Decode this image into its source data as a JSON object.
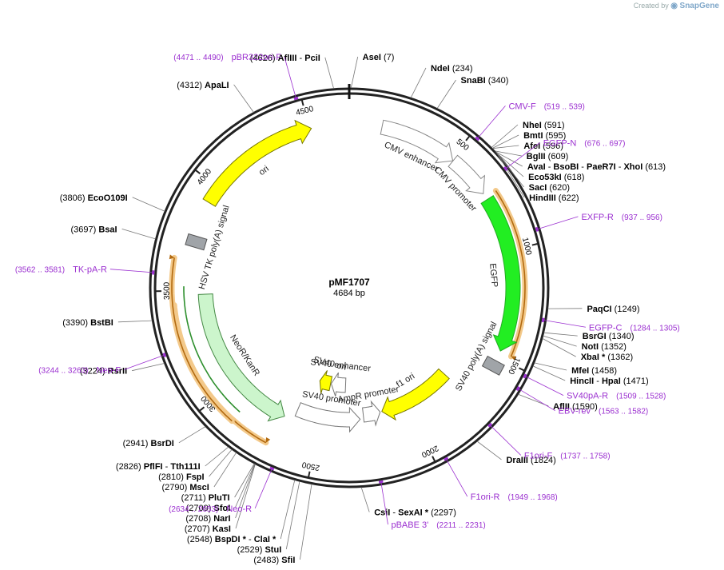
{
  "credit": {
    "prefix": "Created by",
    "brand": "SnapGene"
  },
  "plasmid": {
    "name": "pMF1707",
    "length": 4684,
    "length_label": "4684 bp"
  },
  "ticks": [
    500,
    1000,
    1500,
    2000,
    2500,
    3000,
    3500,
    4000,
    4500
  ],
  "features": [
    {
      "name": "CMV enhancer",
      "start": 150,
      "end": 510,
      "color": "#ffffff",
      "stroke": "#888888"
    },
    {
      "name": "CMV promoter",
      "start": 511,
      "end": 715,
      "color": "#ffffff",
      "stroke": "#888888"
    },
    {
      "name": "EGFP",
      "start": 747,
      "end": 1466,
      "color": "#22ee22",
      "stroke": "#22aa22"
    },
    {
      "name": "SV40 poly(A) signal",
      "start": 1480,
      "end": 1600,
      "color": "#a0a4a8",
      "stroke": "#555555"
    },
    {
      "name": "f1 ori",
      "start": 1720,
      "end": 2150,
      "color": "#ffff00",
      "stroke": "#777700"
    },
    {
      "name": "AmpR promoter",
      "start": 2160,
      "end": 2260,
      "color": "#ffffff",
      "stroke": "#777777"
    },
    {
      "name": "SV40 promoter",
      "start": 2280,
      "end": 2640,
      "color": "#ffffff",
      "stroke": "#777777"
    },
    {
      "name": "SV40 ori",
      "start": 2485,
      "end": 2570,
      "color": "#ffff00",
      "stroke": "#777700"
    },
    {
      "name": "SV40 enhancer",
      "start": 2370,
      "end": 2480,
      "color": "#ffffff",
      "stroke": "#777777"
    },
    {
      "name": "NeoR/KanR",
      "start": 2690,
      "end": 3480,
      "color": "#ccf5cc",
      "stroke": "#448844"
    },
    {
      "name": "HSV TK poly(A) signal",
      "start": 3700,
      "end": 3760,
      "color": "#a0a4a8",
      "stroke": "#555555"
    },
    {
      "name": "ori",
      "start": 3920,
      "end": 4510,
      "color": "#ffff00",
      "stroke": "#777700"
    }
  ],
  "sites": [
    {
      "pos": 7,
      "parts": [
        [
          "AseI",
          true
        ],
        [
          "  (7)",
          false
        ]
      ]
    },
    {
      "pos": 4626,
      "parts": [
        [
          "(4626)  ",
          false
        ],
        [
          "AflIII",
          true
        ],
        [
          "  - ",
          false
        ],
        [
          "PciI",
          true
        ]
      ]
    },
    {
      "pos": 234,
      "parts": [
        [
          "NdeI",
          true
        ],
        [
          "  (234)",
          false
        ]
      ]
    },
    {
      "pos": 340,
      "parts": [
        [
          "SnaBI",
          true
        ],
        [
          "  (340)",
          false
        ]
      ]
    },
    {
      "pos": 591,
      "parts": [
        [
          "NheI",
          true
        ],
        [
          "  (591)",
          false
        ]
      ]
    },
    {
      "pos": 595,
      "parts": [
        [
          "BmtI",
          true
        ],
        [
          "  (595)",
          false
        ]
      ]
    },
    {
      "pos": 596,
      "parts": [
        [
          "AfeI",
          true
        ],
        [
          "  (596)",
          false
        ]
      ]
    },
    {
      "pos": 609,
      "parts": [
        [
          "BglII",
          true
        ],
        [
          "  (609)",
          false
        ]
      ]
    },
    {
      "pos": 613,
      "parts": [
        [
          "AvaI",
          true
        ],
        [
          "  - ",
          false
        ],
        [
          "BsoBI",
          true
        ],
        [
          "  - ",
          false
        ],
        [
          "PaeR7I",
          true
        ],
        [
          "  - ",
          false
        ],
        [
          "XhoI",
          true
        ],
        [
          "  (613)",
          false
        ]
      ]
    },
    {
      "pos": 618,
      "parts": [
        [
          "Eco53kI",
          true
        ],
        [
          "  (618)",
          false
        ]
      ]
    },
    {
      "pos": 620,
      "parts": [
        [
          "SacI",
          true
        ],
        [
          "  (620)",
          false
        ]
      ]
    },
    {
      "pos": 622,
      "parts": [
        [
          "HindIII",
          true
        ],
        [
          "  (622)",
          false
        ]
      ]
    },
    {
      "pos": 1249,
      "parts": [
        [
          "PaqCI",
          true
        ],
        [
          "  (1249)",
          false
        ]
      ]
    },
    {
      "pos": 1340,
      "parts": [
        [
          "BsrGI",
          true
        ],
        [
          "  (1340)",
          false
        ]
      ]
    },
    {
      "pos": 1352,
      "parts": [
        [
          "NotI",
          true
        ],
        [
          "  (1352)",
          false
        ]
      ]
    },
    {
      "pos": 1362,
      "parts": [
        [
          "XbaI",
          true
        ],
        [
          " * ",
          true
        ],
        [
          " (1362)",
          false
        ]
      ]
    },
    {
      "pos": 1458,
      "parts": [
        [
          "MfeI",
          true
        ],
        [
          "  (1458)",
          false
        ]
      ]
    },
    {
      "pos": 1471,
      "parts": [
        [
          "HincII",
          true
        ],
        [
          "  - ",
          false
        ],
        [
          "HpaI",
          true
        ],
        [
          "  (1471)",
          false
        ]
      ]
    },
    {
      "pos": 1590,
      "parts": [
        [
          "AflII",
          true
        ],
        [
          "  (1590)",
          false
        ]
      ]
    },
    {
      "pos": 1824,
      "parts": [
        [
          "DraIII",
          true
        ],
        [
          "  (1824)",
          false
        ]
      ]
    },
    {
      "pos": 2297,
      "parts": [
        [
          "CsiI",
          true
        ],
        [
          "  - ",
          false
        ],
        [
          "SexAI",
          true
        ],
        [
          " * ",
          true
        ],
        [
          " (2297)",
          false
        ]
      ]
    },
    {
      "pos": 2483,
      "parts": [
        [
          "(2483)  ",
          false
        ],
        [
          "SfiI",
          true
        ]
      ]
    },
    {
      "pos": 2529,
      "parts": [
        [
          "(2529)  ",
          false
        ],
        [
          "StuI",
          true
        ]
      ]
    },
    {
      "pos": 2548,
      "parts": [
        [
          "(2548)  ",
          false
        ],
        [
          "BspDI",
          true
        ],
        [
          " * ",
          true
        ],
        [
          " - ",
          false
        ],
        [
          "ClaI",
          true
        ],
        [
          " *",
          true
        ]
      ]
    },
    {
      "pos": 2707,
      "parts": [
        [
          "(2707)  ",
          false
        ],
        [
          "KasI",
          true
        ]
      ]
    },
    {
      "pos": 2708,
      "parts": [
        [
          "(2708)  ",
          false
        ],
        [
          "NarI",
          true
        ]
      ]
    },
    {
      "pos": 2709,
      "parts": [
        [
          "(2709)  ",
          false
        ],
        [
          "SfoI",
          true
        ]
      ]
    },
    {
      "pos": 2711,
      "parts": [
        [
          "(2711)  ",
          false
        ],
        [
          "PluTI",
          true
        ]
      ]
    },
    {
      "pos": 2790,
      "parts": [
        [
          "(2790)  ",
          false
        ],
        [
          "MscI",
          true
        ]
      ]
    },
    {
      "pos": 2810,
      "parts": [
        [
          "(2810)  ",
          false
        ],
        [
          "FspI",
          true
        ]
      ]
    },
    {
      "pos": 2826,
      "parts": [
        [
          "(2826)  ",
          false
        ],
        [
          "PflFI",
          true
        ],
        [
          "  - ",
          false
        ],
        [
          "Tth111I",
          true
        ]
      ]
    },
    {
      "pos": 2941,
      "parts": [
        [
          "(2941)  ",
          false
        ],
        [
          "BsrDI",
          true
        ]
      ]
    },
    {
      "pos": 3224,
      "parts": [
        [
          "(3224)  ",
          false
        ],
        [
          "RsrII",
          true
        ]
      ]
    },
    {
      "pos": 3390,
      "parts": [
        [
          "(3390)  ",
          false
        ],
        [
          "BstBI",
          true
        ]
      ]
    },
    {
      "pos": 3697,
      "parts": [
        [
          "(3697)  ",
          false
        ],
        [
          "BsaI",
          true
        ]
      ]
    },
    {
      "pos": 3806,
      "parts": [
        [
          "(3806)  ",
          false
        ],
        [
          "EcoO109I",
          true
        ]
      ]
    },
    {
      "pos": 4312,
      "parts": [
        [
          "(4312)  ",
          false
        ],
        [
          "ApaLI",
          true
        ]
      ]
    }
  ],
  "primers": [
    {
      "pos": 529,
      "label": "CMV-F",
      "range": "(519 .. 539)",
      "rev": false
    },
    {
      "pos": 686,
      "label": "EGFP-N",
      "range": "(676 .. 697)",
      "rev": false
    },
    {
      "pos": 946,
      "label": "EXFP-R",
      "range": "(937 .. 956)",
      "rev": true
    },
    {
      "pos": 1294,
      "label": "EGFP-C",
      "range": "(1284 .. 1305)",
      "rev": false
    },
    {
      "pos": 1518,
      "label": "SV40pA-R",
      "range": "(1509 .. 1528)",
      "rev": true
    },
    {
      "pos": 1572,
      "label": "EBV-rev",
      "range": "(1563 .. 1582)",
      "rev": true
    },
    {
      "pos": 1747,
      "label": "F1ori-F",
      "range": "(1737 .. 1758)",
      "rev": false
    },
    {
      "pos": 1958,
      "label": "F1ori-R",
      "range": "(1949 .. 1968)",
      "rev": true
    },
    {
      "pos": 2221,
      "label": "pBABE 3'",
      "range": "(2211 .. 2231)",
      "rev": true
    },
    {
      "pos": 2643,
      "label": "Neo-R",
      "range": "(2634 .. 2653)",
      "rev": true
    },
    {
      "pos": 3253,
      "label": "Neo-F",
      "range": "(3244 .. 3263)",
      "rev": false
    },
    {
      "pos": 3571,
      "label": "TK-pA-R",
      "range": "(3562 .. 3581)",
      "rev": true
    },
    {
      "pos": 4480,
      "label": "pBR322ori-F",
      "range": "(4471 .. 4490)",
      "rev": false
    }
  ],
  "orfs": [
    {
      "start": 735,
      "end": 1470,
      "rev": false
    },
    {
      "start": 2710,
      "end": 3440,
      "rev": true
    },
    {
      "start": 2880,
      "end": 3640,
      "rev": false
    }
  ]
}
